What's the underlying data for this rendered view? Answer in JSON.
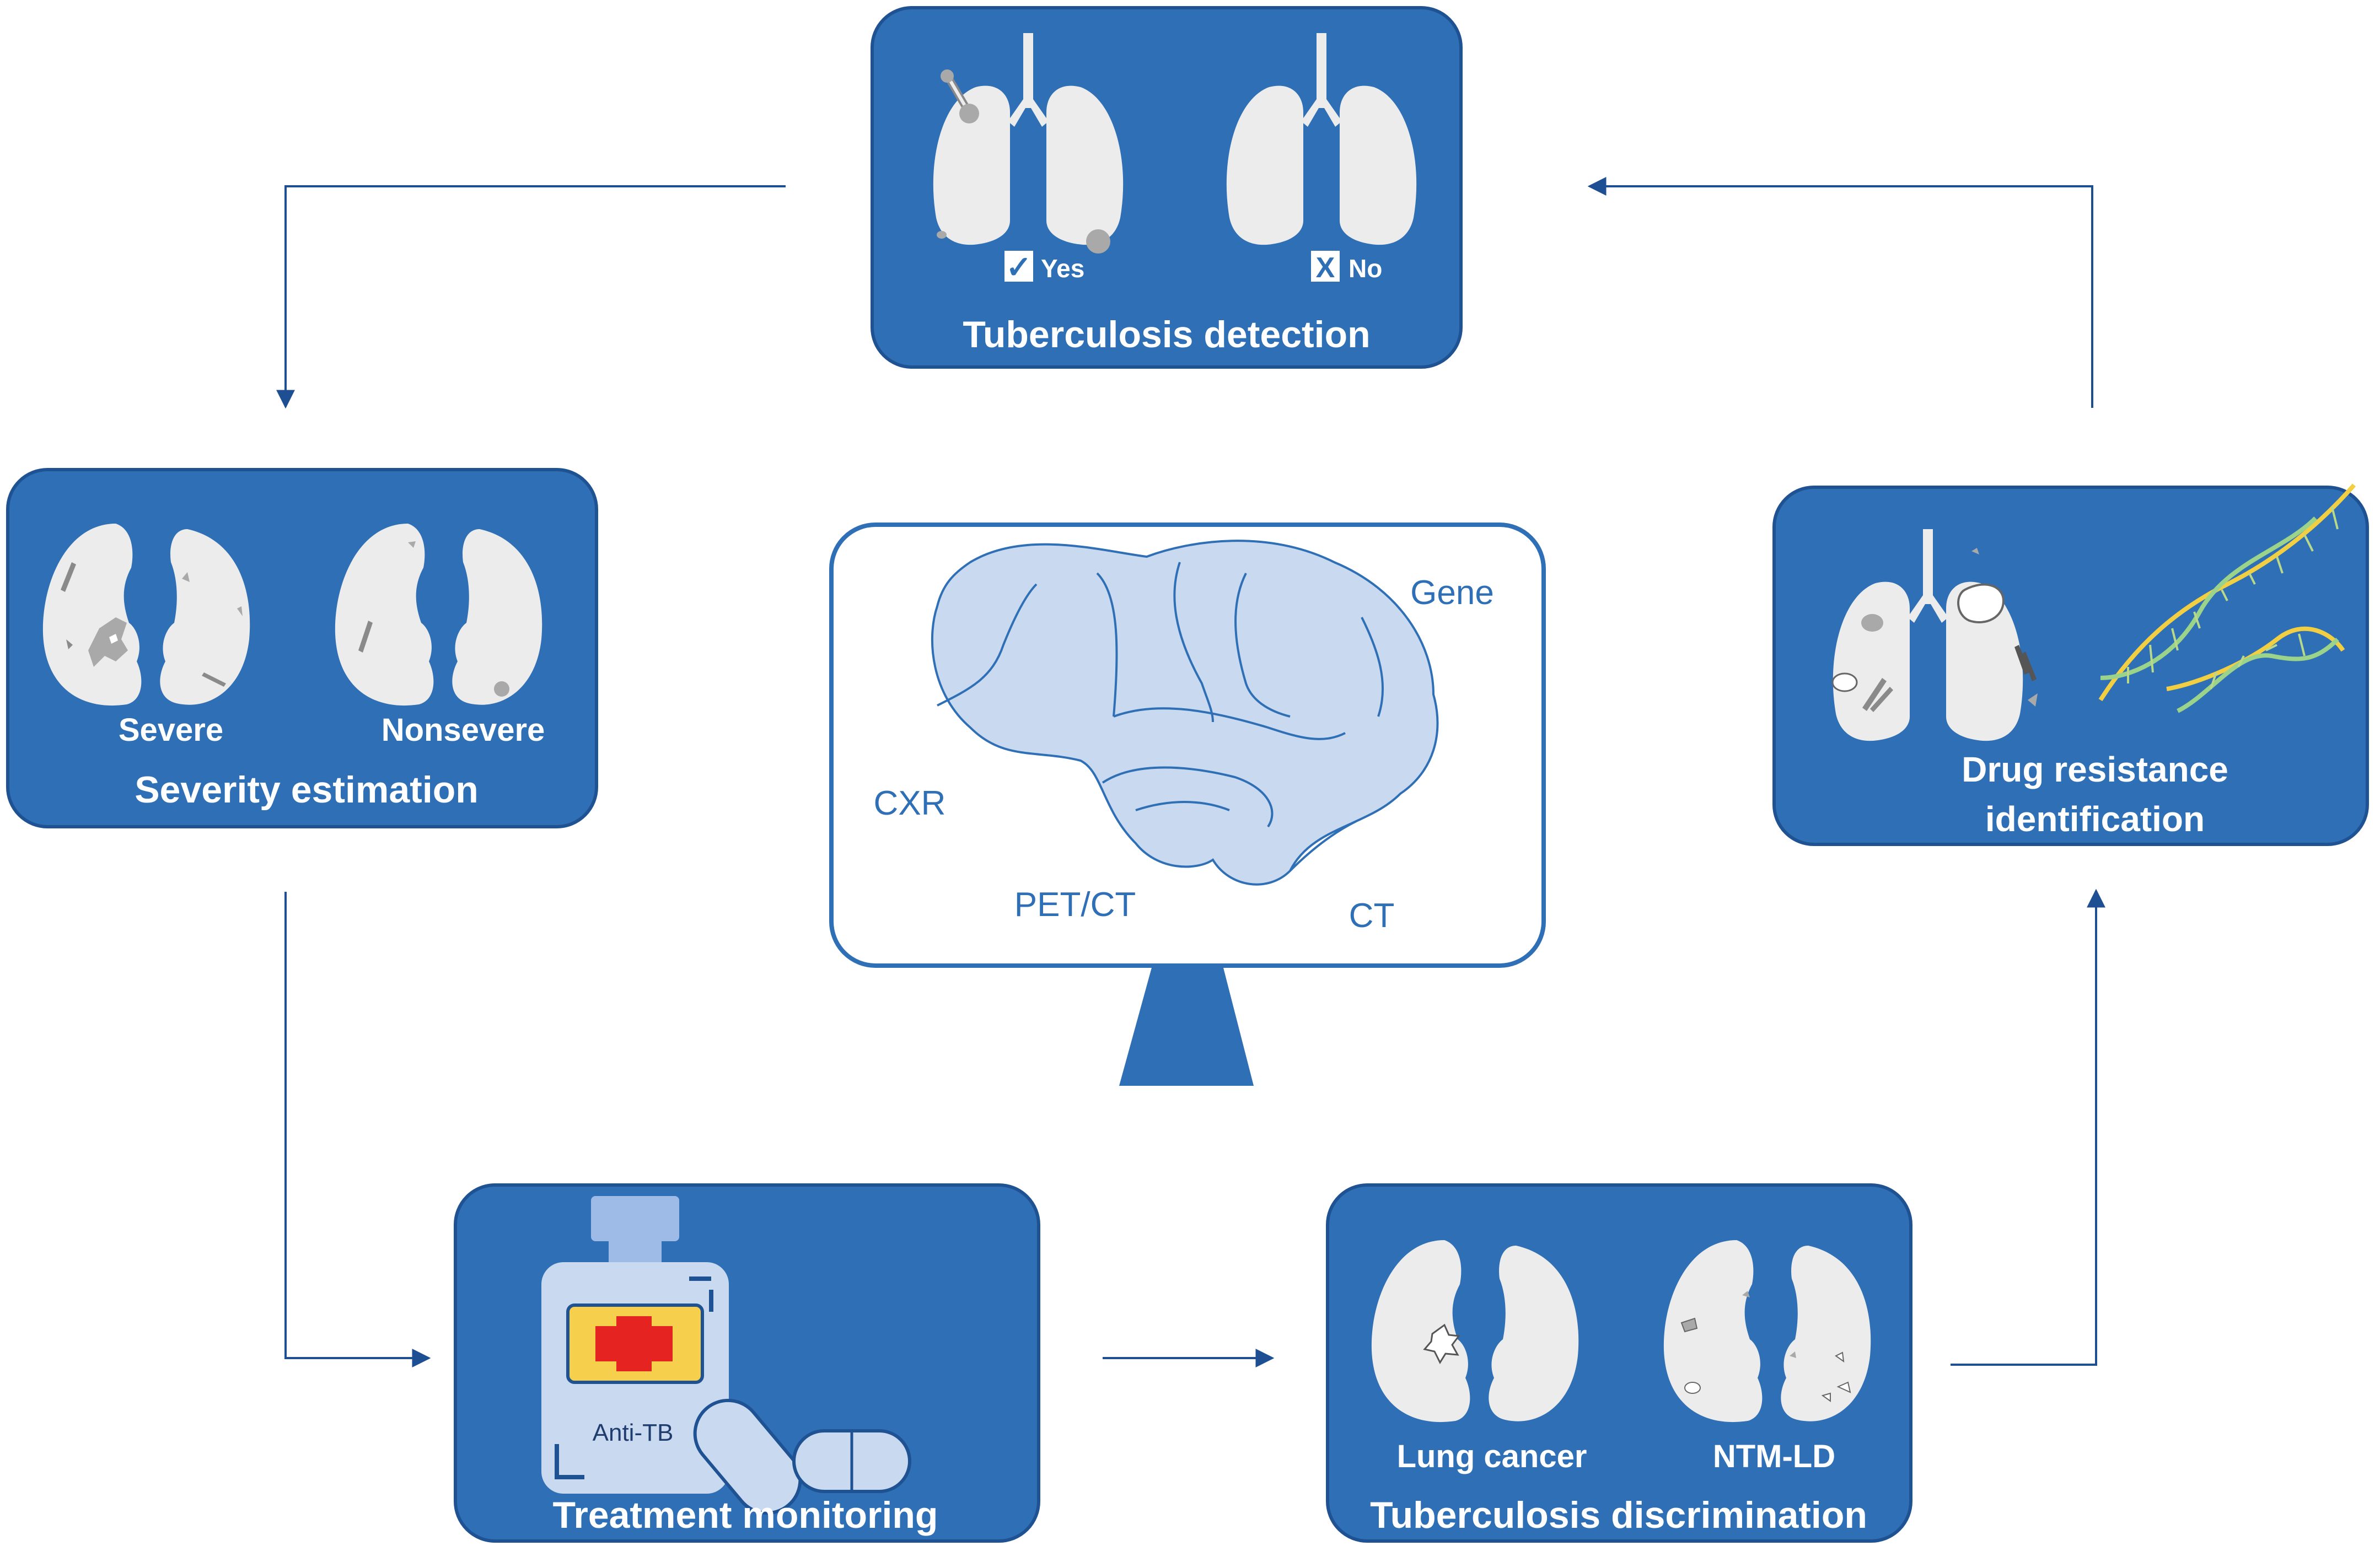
{
  "colors": {
    "panel": "#2e6fb5",
    "panel_border": "#1f5292",
    "lung_fill": "#ececec",
    "lesion_gray": "#a9a9a9",
    "arrow": "#1f4f93",
    "brain_fill": "#c9d9ef",
    "brain_stroke": "#2e6fb5",
    "cross_red": "#e52321",
    "label_yellow": "#f6d04d",
    "dna_yellow": "#f2cf42",
    "dna_green": "#9cd38a"
  },
  "panels": {
    "detection": {
      "title": "Tuberculosis detection",
      "yes_label": "Yes",
      "no_label": "No",
      "check_mark": "✓",
      "x_mark": "X"
    },
    "severity": {
      "title": "Severity estimation",
      "left_label": "Severe",
      "right_label": "Nonsevere"
    },
    "treatment": {
      "title": "Treatment monitoring",
      "bottle_label": "Anti-TB"
    },
    "discrimination": {
      "title": "Tuberculosis discrimination",
      "left_label": "Lung cancer",
      "right_label": "NTM-LD"
    },
    "resistance": {
      "title_line1": "Drug resistance",
      "title_line2": "identification"
    }
  },
  "center": {
    "labels": {
      "gene": "Gene",
      "cxr": "CXR",
      "petct": "PET/CT",
      "ct": "CT"
    }
  },
  "icons": [
    "lung-icon",
    "brain-icon",
    "dna-helix-icon",
    "medicine-bottle-icon",
    "capsule-icon",
    "monitor-icon",
    "arrow-icon"
  ]
}
